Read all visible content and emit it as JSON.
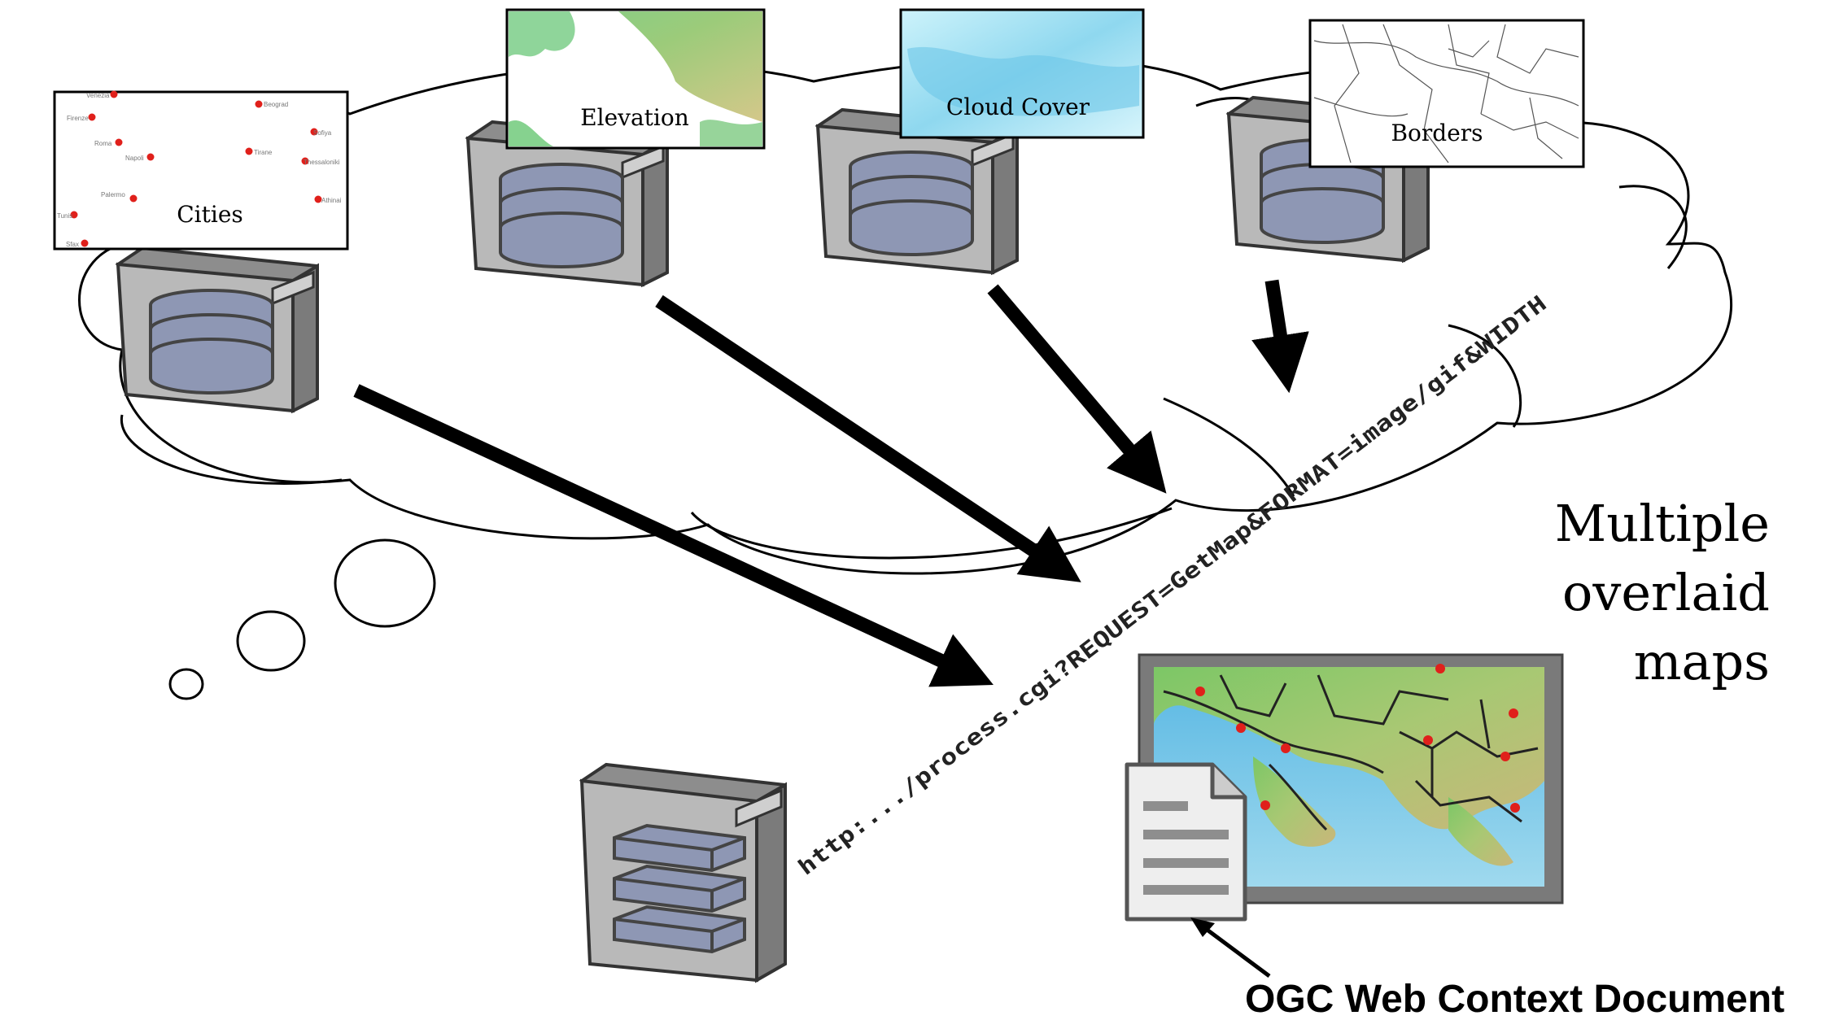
{
  "layers": {
    "cities": "Cities",
    "elevation": "Elevation",
    "cloud_cover": "Cloud Cover",
    "borders": "Borders"
  },
  "city_labels": [
    "Venezia",
    "Beograd",
    "Firenze",
    "Sofiya",
    "Roma",
    "Napoli",
    "Tirane",
    "Thessaloniki",
    "Palermo",
    "Tunis",
    "Sfax",
    "Athinai"
  ],
  "request_url": "http:.../process.cgi?REQUEST=GetMap&FORMAT=image/gif&WIDTH",
  "caption": {
    "line1": "Multiple",
    "line2": "overlaid",
    "line3": "maps"
  },
  "document_label": "OGC Web Context Document",
  "colors": {
    "disk": "#8e97b4",
    "server": "#b8b8b8",
    "server_dark": "#6e6e6e",
    "city_dot": "#e0201b",
    "ink": "#000000"
  },
  "icons": {
    "server": "server-icon",
    "document": "document-icon",
    "arrow": "arrow-icon"
  }
}
